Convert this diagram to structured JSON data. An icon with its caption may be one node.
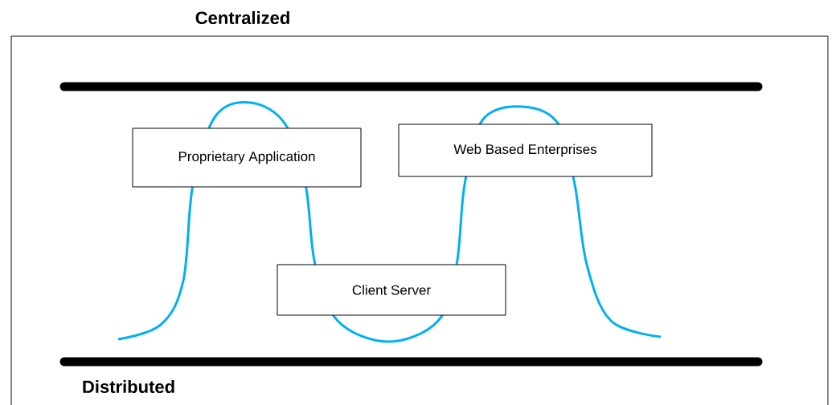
{
  "diagram": {
    "nodes": [
      {
        "text": [
          "Proprietary Application"
        ]
      },
      {
        "text": [
          "Web Based Enterprises"
        ]
      },
      {
        "text": [
          "Client Server"
        ]
      }
    ],
    "labels": [
      "Centralized",
      "Distributed"
    ]
  }
}
